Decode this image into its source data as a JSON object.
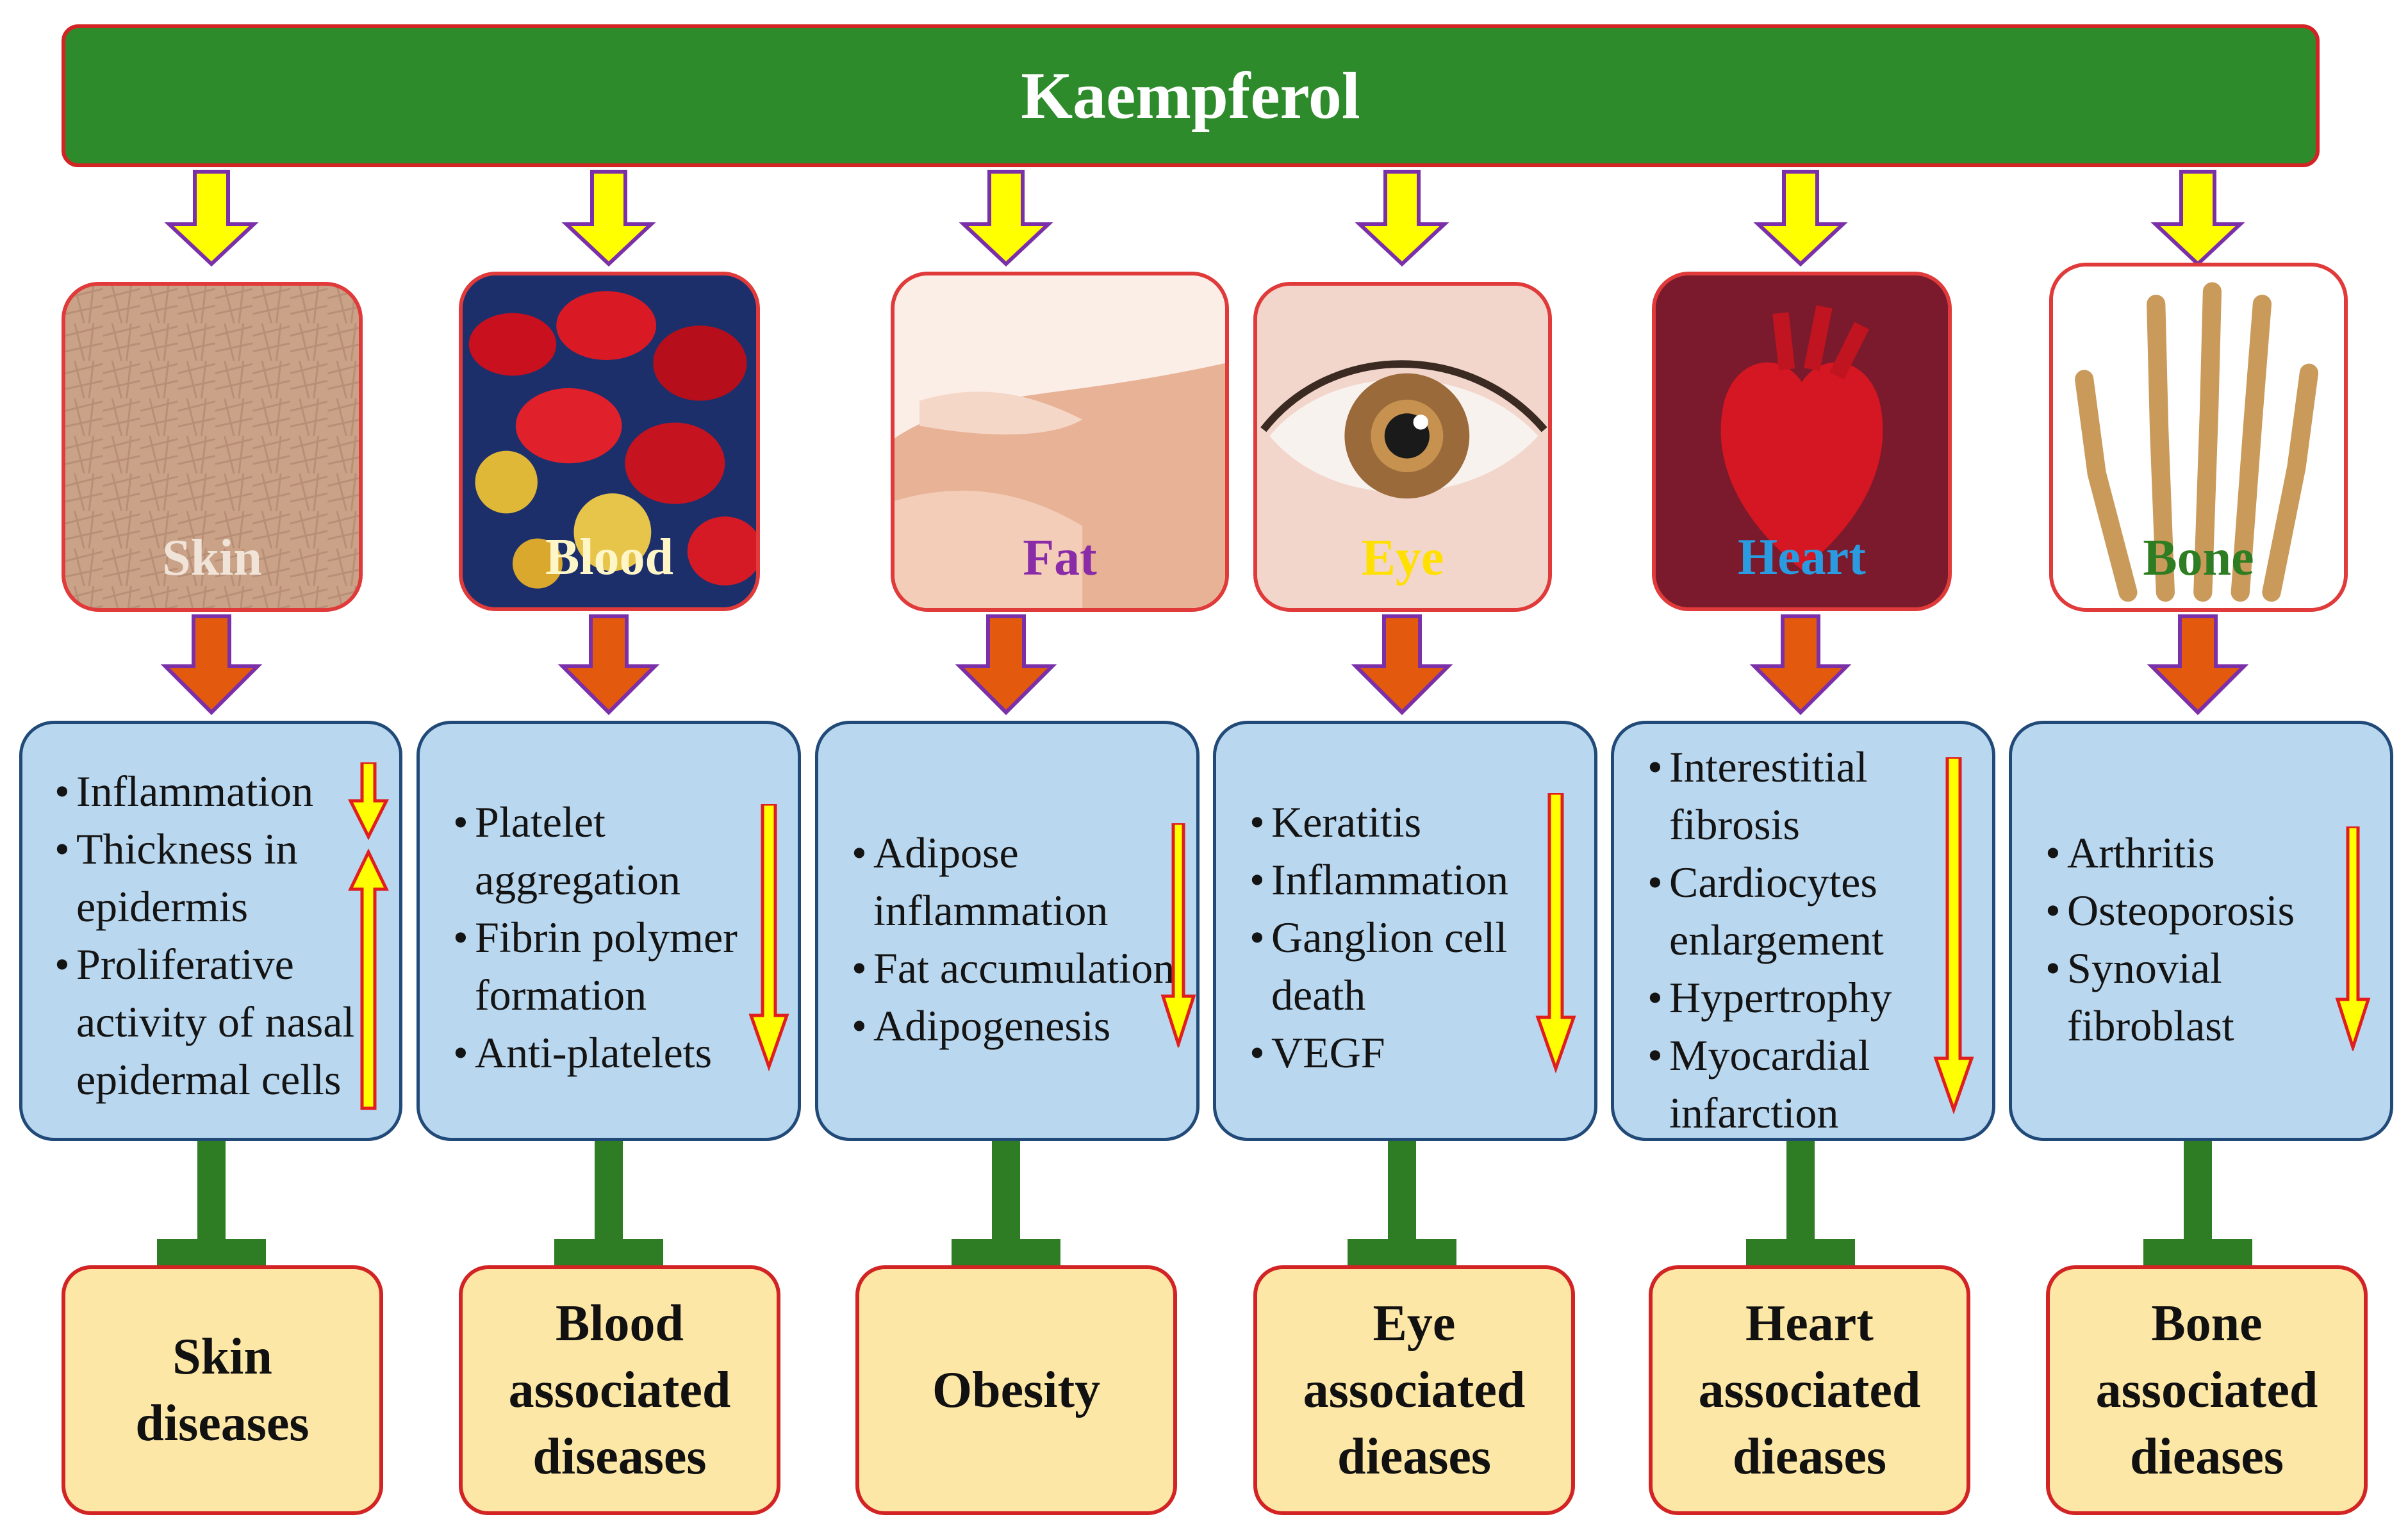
{
  "title": "Kaempferol",
  "organs": [
    {
      "label": "Skin",
      "label_color": "#f0e3d8",
      "effects": [
        "Inflammation",
        "Thickness in epidermis",
        "Proliferative activity of nasal epidermal cells"
      ],
      "outcome": [
        "Skin",
        "diseases"
      ]
    },
    {
      "label": "Blood",
      "label_color": "#fff6c8",
      "effects": [
        "Platelet aggregation",
        "Fibrin polymer formation",
        "Anti-platelets"
      ],
      "outcome": [
        "Blood",
        "associated",
        "diseases"
      ]
    },
    {
      "label": "Fat",
      "label_color": "#8a2ca8",
      "effects": [
        "Adipose inflammation",
        "Fat accumulation",
        "Adipogenesis"
      ],
      "outcome": [
        "Obesity"
      ]
    },
    {
      "label": "Eye",
      "label_color": "#ffe000",
      "effects": [
        "Keratitis",
        "Inflammation",
        "Ganglion cell death",
        "VEGF"
      ],
      "outcome": [
        "Eye",
        "associated",
        "dieases"
      ]
    },
    {
      "label": "Heart",
      "label_color": "#2a9be0",
      "effects": [
        "Interestitial fibrosis",
        "Cardiocytes enlargement",
        "Hypertrophy",
        "Myocardial infarction"
      ],
      "outcome": [
        "Heart",
        "associated",
        "dieases"
      ]
    },
    {
      "label": "Bone",
      "label_color": "#2f7d22",
      "effects": [
        "Arthritis",
        "Osteoporosis",
        "Synovial fibroblast"
      ],
      "outcome": [
        "Bone",
        "associated",
        "dieases"
      ]
    }
  ],
  "colors": {
    "header_fill": "#2e8b2b",
    "border_red": "#d22424",
    "down_arrow_yellow": "#ffff00",
    "down_arrow_outline": "#7b2fa8",
    "orange_arrow": "#e35a0e",
    "effects_fill": "#b9d7ef",
    "outcome_fill": "#fde7a6",
    "connector_green": "#2e7d24"
  },
  "icons": [
    "skin-texture-image",
    "blood-cells-image",
    "fat-waist-image",
    "eye-image",
    "heart-image",
    "hand-bone-image",
    "decrease-arrow-icon",
    "increase-arrow-icon"
  ]
}
